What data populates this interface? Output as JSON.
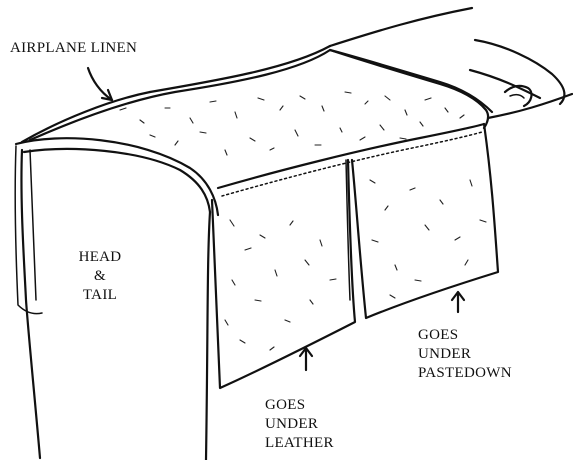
{
  "labels": {
    "airplane_linen": "AIRPLANE LINEN",
    "head_tail": [
      "HEAD",
      "&",
      "TAIL"
    ],
    "goes_under_leather": [
      "GOES",
      "UNDER",
      "LEATHER"
    ],
    "goes_under_pastedown": [
      "GOES",
      "UNDER",
      "PASTEDOWN"
    ]
  },
  "colors": {
    "ink": "#111111",
    "paper": "#ffffff"
  }
}
